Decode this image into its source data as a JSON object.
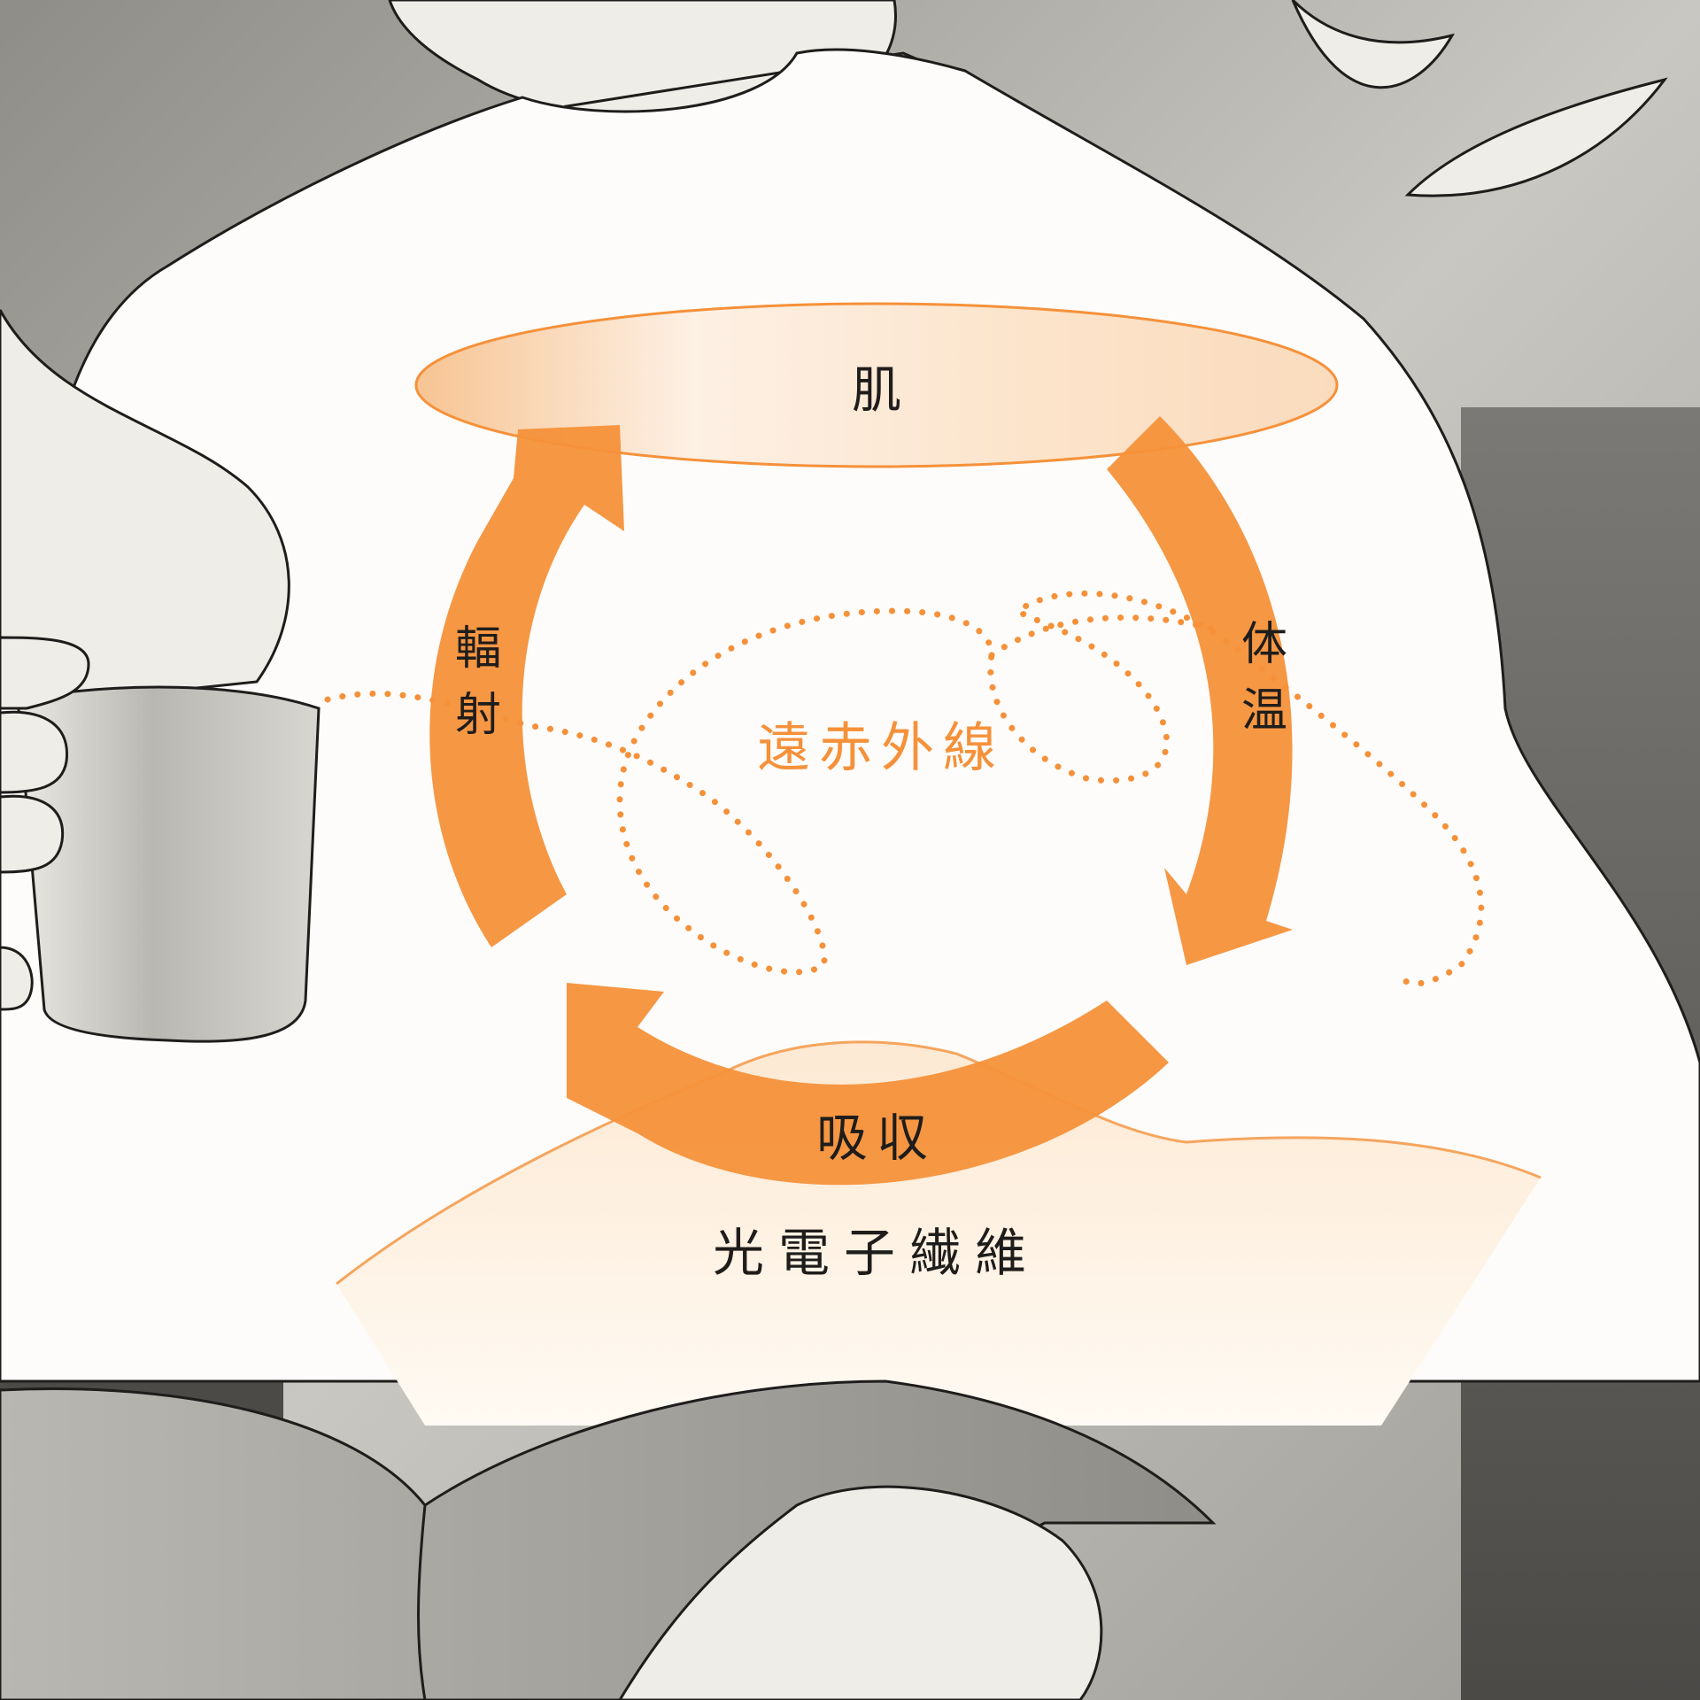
{
  "diagram": {
    "skin_label": "肌",
    "body_heat_label": "体温",
    "radiation_label": "輻射",
    "absorption_label": "吸収",
    "far_infrared_label": "遠赤外線",
    "fiber_label": "光電子繊維"
  },
  "colors": {
    "accent": "#f5913a",
    "text": "#1f1d1b",
    "shirt": "#fdfcfa",
    "background": "#b4b2ad"
  }
}
